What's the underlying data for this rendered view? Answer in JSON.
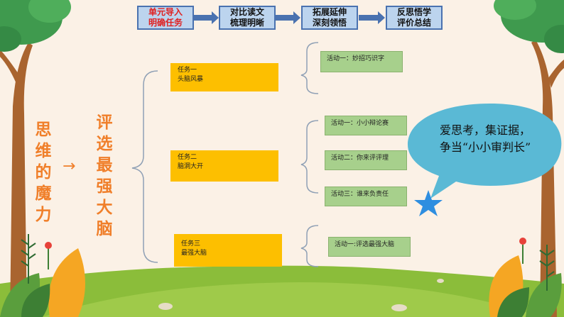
{
  "flow": {
    "steps": [
      {
        "line1": "单元导入",
        "line2": "明确任务"
      },
      {
        "line1": "对比读文",
        "line2": "梳理明晰"
      },
      {
        "line1": "拓展延伸",
        "line2": "深刻领悟"
      },
      {
        "line1": "反思悟学",
        "line2": "评价总结"
      }
    ]
  },
  "left_title": {
    "chars": [
      "思",
      "维",
      "的",
      "魔",
      "力"
    ]
  },
  "mid_title": {
    "chars": [
      "评",
      "选",
      "最",
      "强",
      "大",
      "脑"
    ]
  },
  "arrow_glyph": "→",
  "tasks": [
    {
      "name": "任务一",
      "desc": "头脑风暴"
    },
    {
      "name": "任务二",
      "desc": "脑洞大开"
    },
    {
      "name": "任务三",
      "desc": "最强大脑"
    }
  ],
  "activities": [
    "活动一：妙招巧识字",
    "活动一：小小辩论赛",
    "活动二：你来评评理",
    "活动三：谁来负责任",
    "活动一:评选最强大脑"
  ],
  "bubble": {
    "line1": "爱思考，集证据，",
    "line2": "争当“小小审判长”"
  },
  "colors": {
    "background": "#fbf1e6",
    "flow_box": "#bcd4ee",
    "flow_border": "#4a72b0",
    "task": "#fdbf00",
    "activity": "#a7d08c",
    "title_orange": "#f07f2a",
    "bubble": "#5ab9d5",
    "grass": "#8bbd3a",
    "first_step_text": "#e02020"
  }
}
